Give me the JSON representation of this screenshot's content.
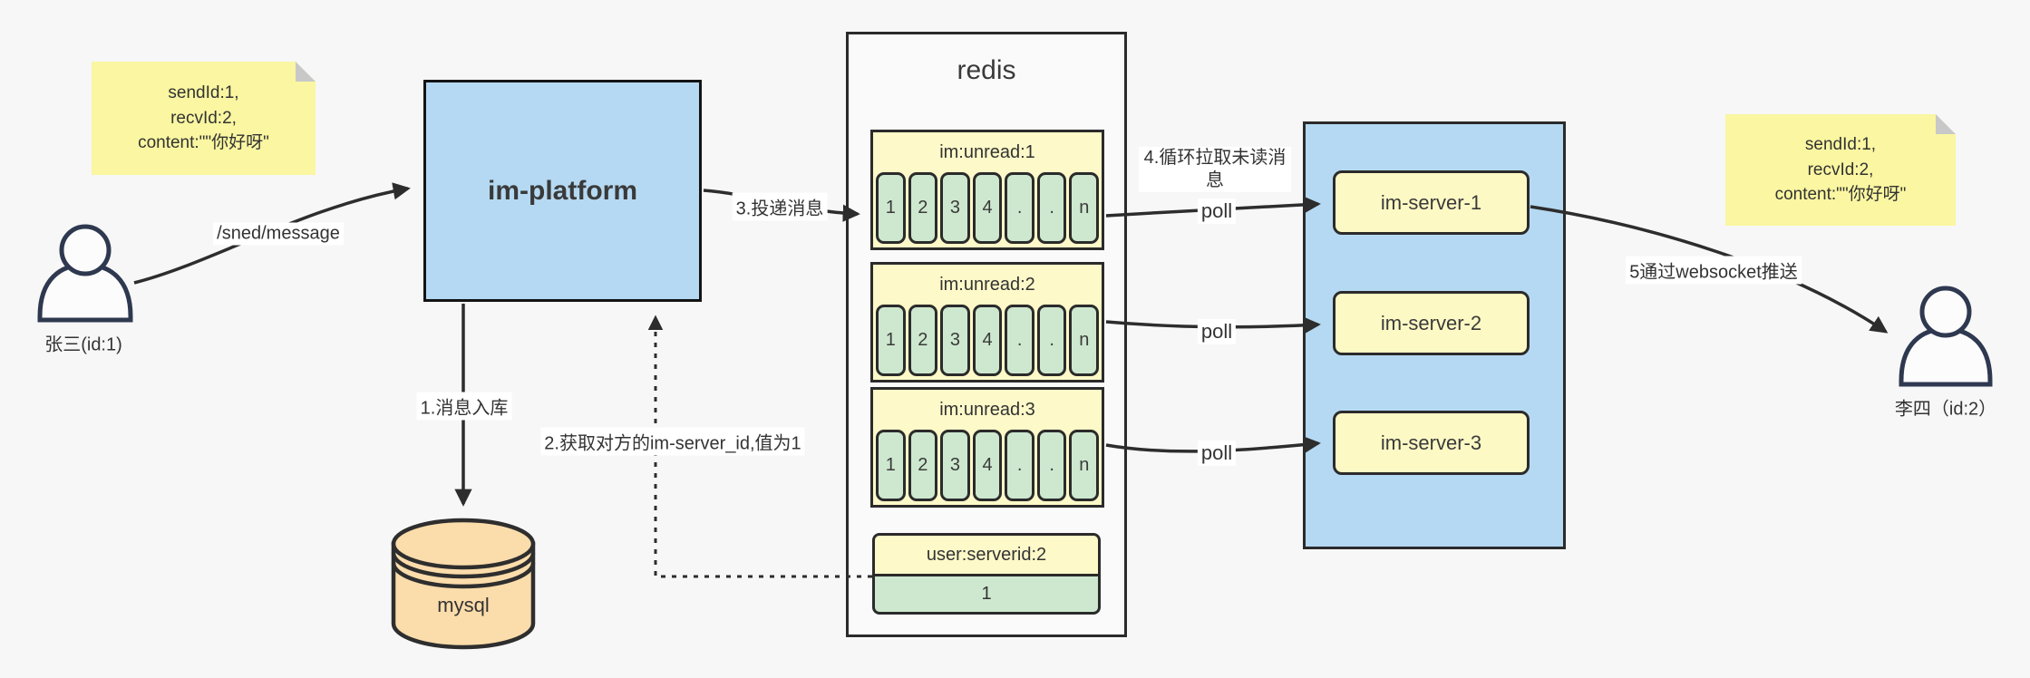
{
  "background": "#f7f7f7",
  "colors": {
    "platform_fill": "#b5d9f2",
    "cluster_fill": "#b5d9f2",
    "note_fill": "#faf6a1",
    "queue_header_fill": "#fdf9c8",
    "server_fill": "#fdf9c4",
    "cell_fill": "#cde8cf",
    "mysql_fill": "#fbdcab",
    "redis_container_fill": "#fafafa",
    "stroke": "#2b2b2b",
    "person_stroke": "#2e3950"
  },
  "actors": {
    "sender": {
      "name": "张三(id:1)"
    },
    "receiver": {
      "name": "李四（id:2）"
    }
  },
  "notes": {
    "left": {
      "line1": "sendId:1,",
      "line2": "recvId:2,",
      "line3": "content:\"\"你好呀\""
    },
    "right": {
      "line1": "sendId:1,",
      "line2": "recvId:2,",
      "line3": "content:\"\"你好呀\""
    }
  },
  "platform": {
    "label": "im-platform"
  },
  "database": {
    "label": "mysql"
  },
  "redis": {
    "title": "redis",
    "queues": [
      {
        "title": "im:unread:1",
        "cells": [
          "1",
          "2",
          "3",
          "4",
          ".",
          ".",
          "n"
        ]
      },
      {
        "title": "im:unread:2",
        "cells": [
          "1",
          "2",
          "3",
          "4",
          ".",
          ".",
          "n"
        ]
      },
      {
        "title": "im:unread:3",
        "cells": [
          "1",
          "2",
          "3",
          "4",
          ".",
          ".",
          "n"
        ]
      }
    ],
    "kv": {
      "key": "user:serverid:2",
      "value": "1"
    }
  },
  "server_cluster": {
    "servers": [
      {
        "label": "im-server-1"
      },
      {
        "label": "im-server-2"
      },
      {
        "label": "im-server-3"
      }
    ]
  },
  "labels": {
    "send_api": "/sned/message",
    "step1": "1.消息入库",
    "step2": "2.获取对方的im-server_id,值为1",
    "step3": "3.投递消息",
    "step4": "4.循环拉取未读消息",
    "step5": "5通过websocket推送",
    "poll1": "poll",
    "poll2": "poll",
    "poll3": "poll"
  }
}
